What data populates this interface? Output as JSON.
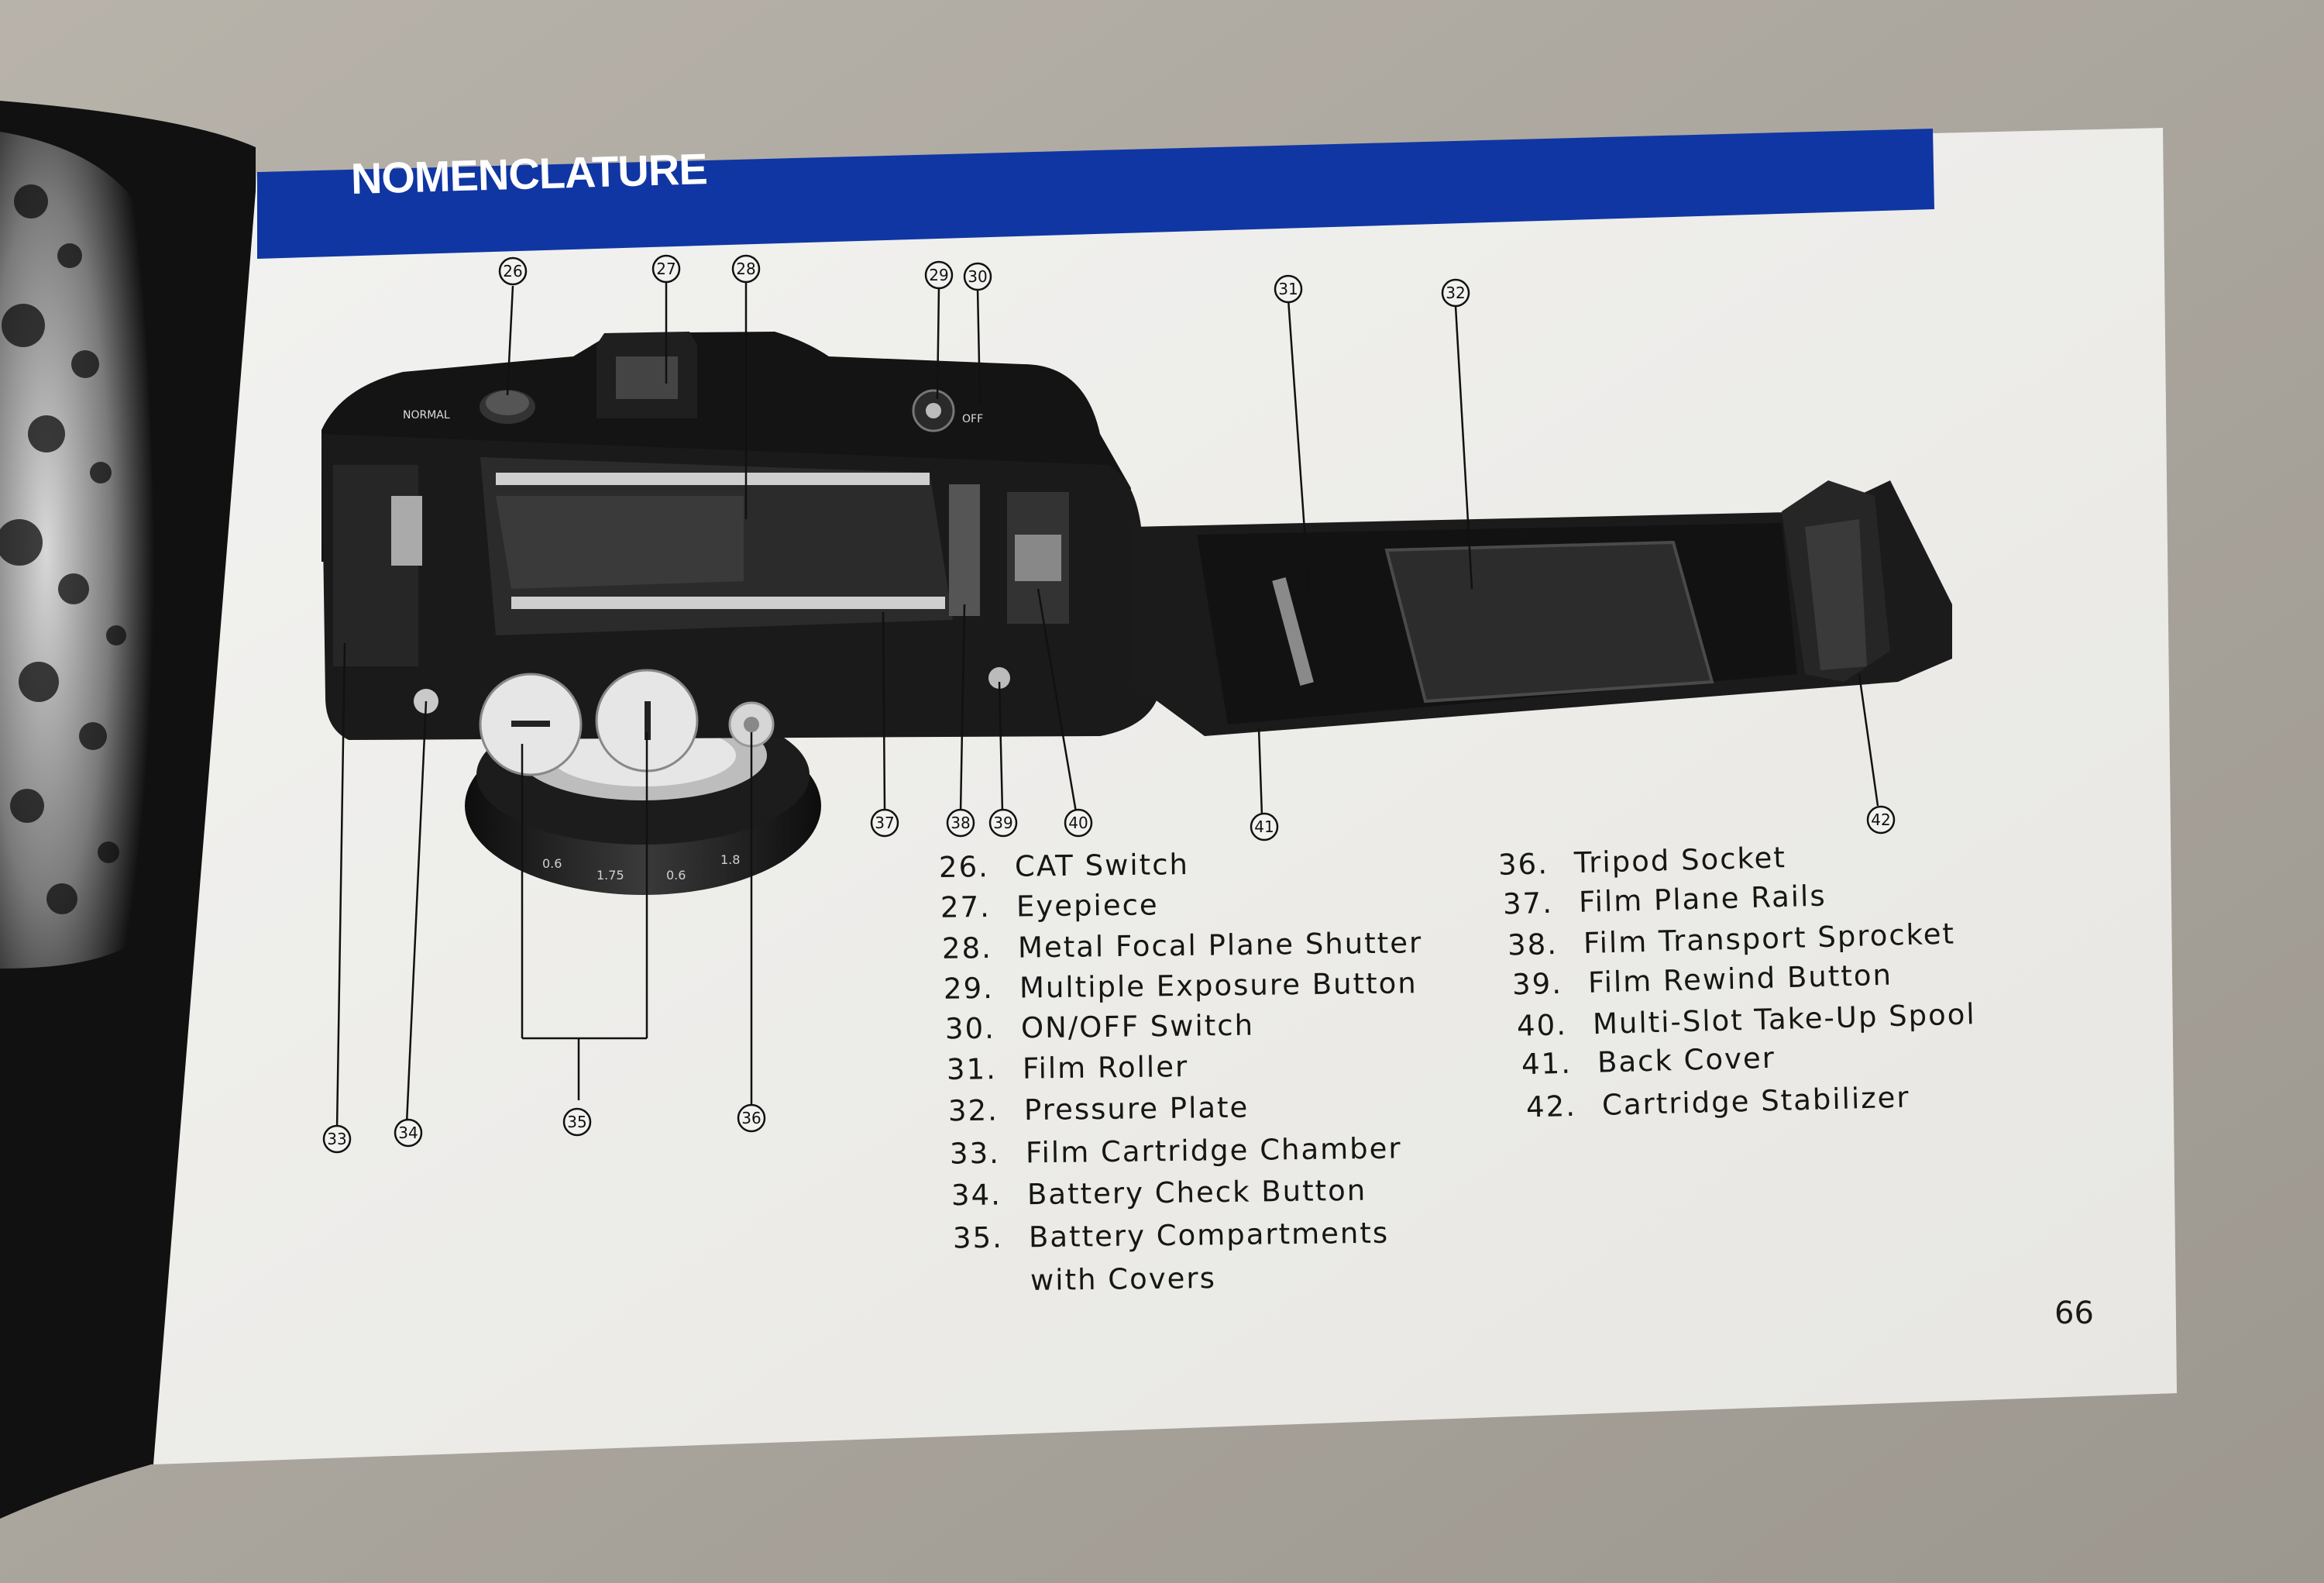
{
  "section_title": "NOMENCLATURE",
  "page_number": "66",
  "camera_labels": {
    "normal": "NORMAL",
    "off": "OFF"
  },
  "callouts": [
    "26",
    "27",
    "28",
    "29",
    "30",
    "31",
    "32",
    "33",
    "34",
    "35",
    "36",
    "37",
    "38",
    "39",
    "40",
    "41",
    "42"
  ],
  "parts_left": [
    {
      "num": "26.",
      "name": "CAT Switch"
    },
    {
      "num": "27.",
      "name": "Eyepiece"
    },
    {
      "num": "28.",
      "name": "Metal  Focal  Plane  Shutter"
    },
    {
      "num": "29.",
      "name": "Multiple  Exposure  Button"
    },
    {
      "num": "30.",
      "name": "ON/OFF Switch"
    },
    {
      "num": "31.",
      "name": "Film Roller"
    },
    {
      "num": "32.",
      "name": "Pressure Plate"
    },
    {
      "num": "33.",
      "name": "Film Cartridge Chamber"
    },
    {
      "num": "34.",
      "name": "Battery Check Button"
    },
    {
      "num": "35.",
      "name": "Battery Compartments"
    },
    {
      "num": "",
      "name": "with Covers"
    }
  ],
  "parts_right": [
    {
      "num": "36.",
      "name": "Tripod Socket"
    },
    {
      "num": "37.",
      "name": "Film Plane Rails"
    },
    {
      "num": "38.",
      "name": "Film   Transport   Sprocket"
    },
    {
      "num": "39.",
      "name": "Film Rewind Button"
    },
    {
      "num": "40.",
      "name": "Multi-Slot  Take-Up  Spool"
    },
    {
      "num": "41.",
      "name": "Back Cover"
    },
    {
      "num": "42.",
      "name": "Cartridge Stabilizer"
    }
  ]
}
